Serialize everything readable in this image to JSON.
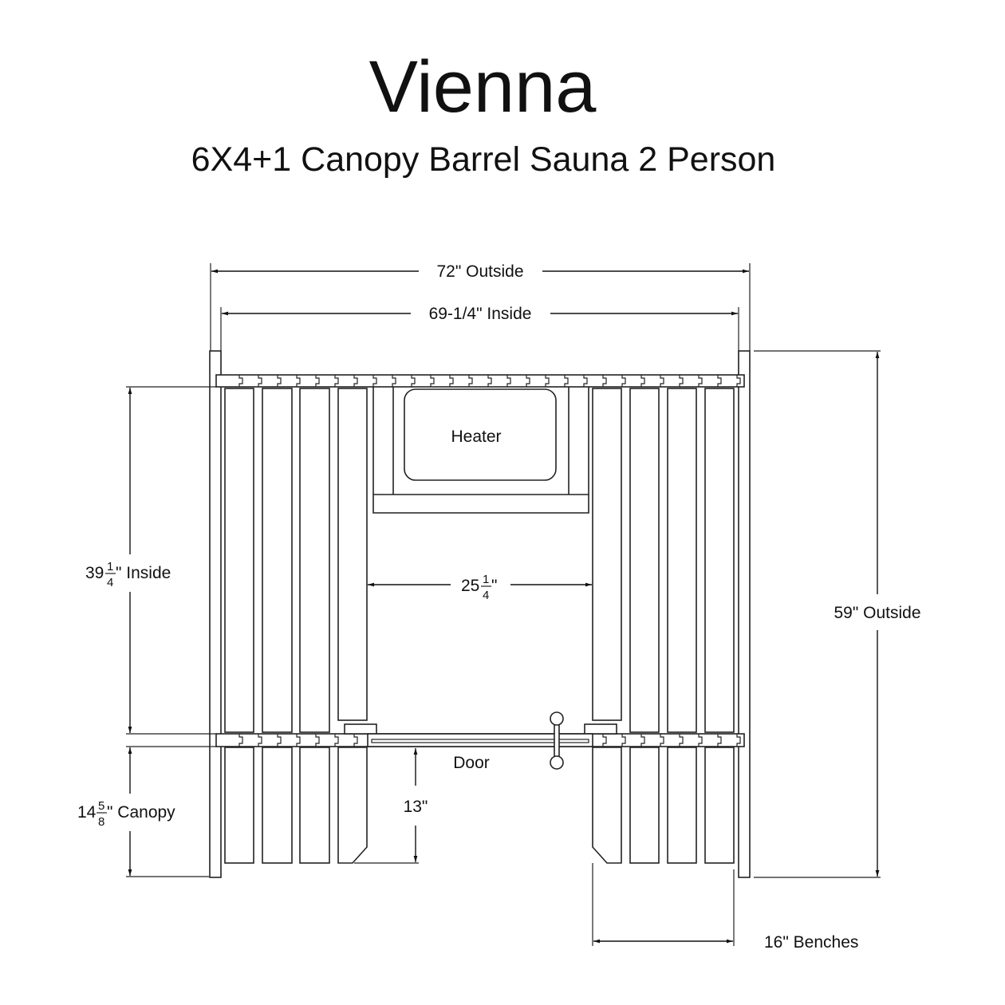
{
  "title": "Vienna",
  "subtitle": "6X4+1 Canopy Barrel Sauna 2 Person",
  "dimensions": {
    "outside_width": "72\" Outside",
    "inside_width": "69-1/4\" Inside",
    "outside_depth": "59\" Outside",
    "inside_depth": {
      "whole": "39",
      "num": "1",
      "den": "4",
      "suffix": "\" Inside"
    },
    "canopy_depth": {
      "whole": "14",
      "num": "5",
      "den": "8",
      "suffix": "\" Canopy"
    },
    "aisle_width": {
      "whole": "25",
      "num": "1",
      "den": "4",
      "suffix": "\""
    },
    "door_clearance": "13\"",
    "bench_depth": "16\" Benches"
  },
  "labels": {
    "heater": "Heater",
    "door": "Door"
  }
}
